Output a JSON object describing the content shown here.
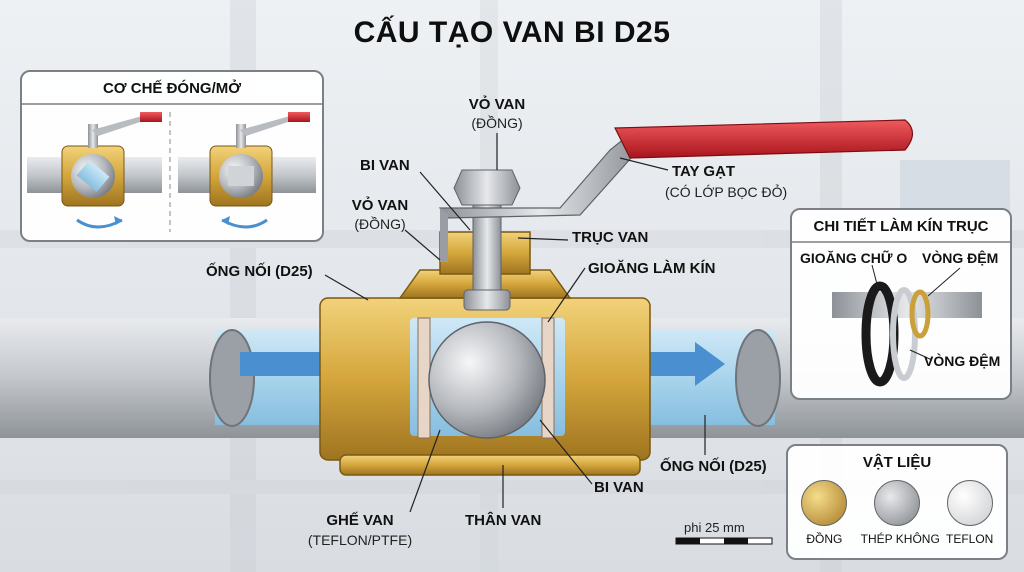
{
  "title": "CẤU TẠO VAN BI D25",
  "labels": {
    "vo_van_top": "VỎ VAN",
    "vo_van_top_sub": "(ĐỒNG)",
    "bi_van_top": "BI VAN",
    "vo_van_left": "VỎ VAN",
    "vo_van_left_sub": "(ĐỒNG)",
    "tay_gat": "TAY GẠT",
    "tay_gat_sub": "(CÓ LỚP BỌC ĐỎ)",
    "truc_van": "TRỤC VAN",
    "ong_noi_left": "ỐNG NỐI (D25)",
    "gioang_lam_kin": "GIOĂNG LÀM KÍN",
    "ong_noi_right": "ỐNG NỐI (D25)",
    "bi_van_bottom": "BI VAN",
    "than_van": "THÂN VAN",
    "ghe_van": "GHẾ VAN",
    "ghe_van_sub": "(TEFLON/PTFE)"
  },
  "mechanism_panel": {
    "title": "CƠ CHẾ ĐÓNG/MỞ"
  },
  "seal_panel": {
    "title": "CHI TIẾT LÀM KÍN TRỤC",
    "oring": "GIOĂNG CHỮ O",
    "washer_top": "VÒNG ĐỆM",
    "washer_bottom": "VÒNG ĐỆM"
  },
  "materials_panel": {
    "title": "VẬT LIỆU",
    "items": [
      {
        "label": "ĐỒNG",
        "color": "#c9a03a"
      },
      {
        "label": "THÉP KHÔNG",
        "color": "#9a9da2"
      },
      {
        "label": "TEFLON",
        "color": "#f2f2f2"
      }
    ]
  },
  "scale_bar": {
    "label": "phi 25 mm"
  },
  "colors": {
    "brass": "#d4a63c",
    "steel": "#b9bcc1",
    "handle_red": "#c9272d",
    "water": "#a9d4ec",
    "arrow_blue": "#4a8fd0"
  }
}
